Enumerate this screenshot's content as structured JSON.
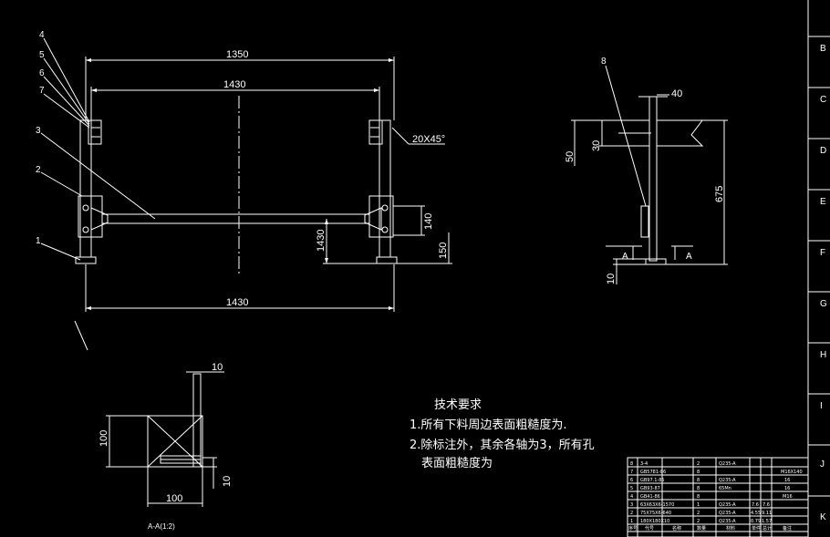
{
  "dimensions": {
    "top_overall": "1350",
    "inner_top": "1430",
    "bottom_overall": "1430",
    "height_left": "1430",
    "height_140": "140",
    "height_150": "150",
    "chamfer": "20X45°",
    "side_40": "40",
    "side_50": "50",
    "side_30": "30",
    "side_675": "675",
    "side_10": "10",
    "section_10_top": "10",
    "section_100_left": "100",
    "section_100_bottom": "100",
    "section_10_right": "10",
    "section_mark": "A",
    "section_title": "A-A(1:2)"
  },
  "part_labels": [
    "4",
    "5",
    "6",
    "7",
    "3",
    "2",
    "1",
    "8"
  ],
  "notes": {
    "title": "技术要求",
    "line1": "1.所有下料周边表面粗糙度为.",
    "line2": "2.除标注外，其余各轴为3，所有孔",
    "line3": "表面粗糙度为"
  },
  "ruler_letters": [
    "B",
    "C",
    "D",
    "E",
    "F",
    "G",
    "H",
    "I",
    "J",
    "K"
  ],
  "bom": {
    "rows": [
      [
        "8",
        "3-4",
        "",
        "2",
        "Q235-A",
        "",
        "",
        ""
      ],
      [
        "7",
        "GB5781-86",
        "",
        "8",
        "",
        "",
        "",
        "M16X140"
      ],
      [
        "6",
        "GB97.1-85",
        "",
        "8",
        "Q235-A",
        "",
        "",
        "16"
      ],
      [
        "5",
        "GB93-87",
        "",
        "8",
        "65Mn",
        "",
        "",
        "16"
      ],
      [
        "4",
        "GB41-86",
        "",
        "8",
        "",
        "",
        "",
        "M16"
      ],
      [
        "3",
        "63X63X6-1570",
        "",
        "1",
        "Q235-A",
        "7.6",
        "7.6",
        ""
      ],
      [
        "2",
        "75X75X6-640",
        "",
        "2",
        "Q235-A",
        "4.55",
        "9.11",
        ""
      ],
      [
        "1",
        "180X180X10",
        "",
        "2",
        "Q235-A",
        "0.79",
        "1.57",
        ""
      ]
    ],
    "header": [
      "序号",
      "代号",
      "名称",
      "数量",
      "材料",
      "单件",
      "总计",
      "备注"
    ]
  }
}
